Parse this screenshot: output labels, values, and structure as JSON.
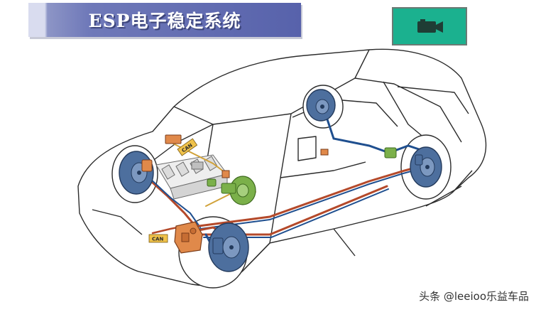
{
  "title": "ESP电子稳定系统",
  "labels": {
    "can_top": "CAN",
    "can_bottom": "CAN"
  },
  "watermark": "头条 @leeioo乐益车品",
  "icons": {
    "video": "video-camera-icon"
  },
  "colors": {
    "title_bg": "#5762ab",
    "button_bg": "#1bb18f",
    "brake_line_red": "#b4492a",
    "brake_line_blue": "#1f4f8f",
    "wire_yellow": "#d1a23a",
    "component_blue": "#4d6f9e",
    "hydraulic_unit": "#e0894a",
    "sensor_green": "#7bb04a"
  }
}
